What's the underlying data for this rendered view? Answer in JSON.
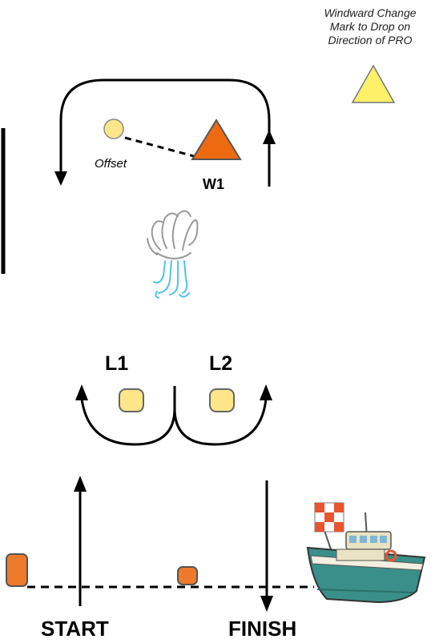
{
  "annotation": {
    "lines": [
      "Windward Change",
      "Mark to Drop on",
      "Direction of PRO"
    ]
  },
  "marks": {
    "windward": "W1",
    "offset": "Offset",
    "leeward_left": "L1",
    "leeward_right": "L2"
  },
  "lines": {
    "start": "START",
    "finish": "FINISH"
  },
  "colors": {
    "windward_mark": "#EE6A10",
    "change_mark": "#FFF06A",
    "offset_mark": "#FDE68A",
    "leeward_marks": "#FDE68A",
    "pin_marks": "#EE7A2C",
    "wind_symbol": "#4FC3E8",
    "hull": "#3B8F8A",
    "flag": "#E8542F"
  }
}
